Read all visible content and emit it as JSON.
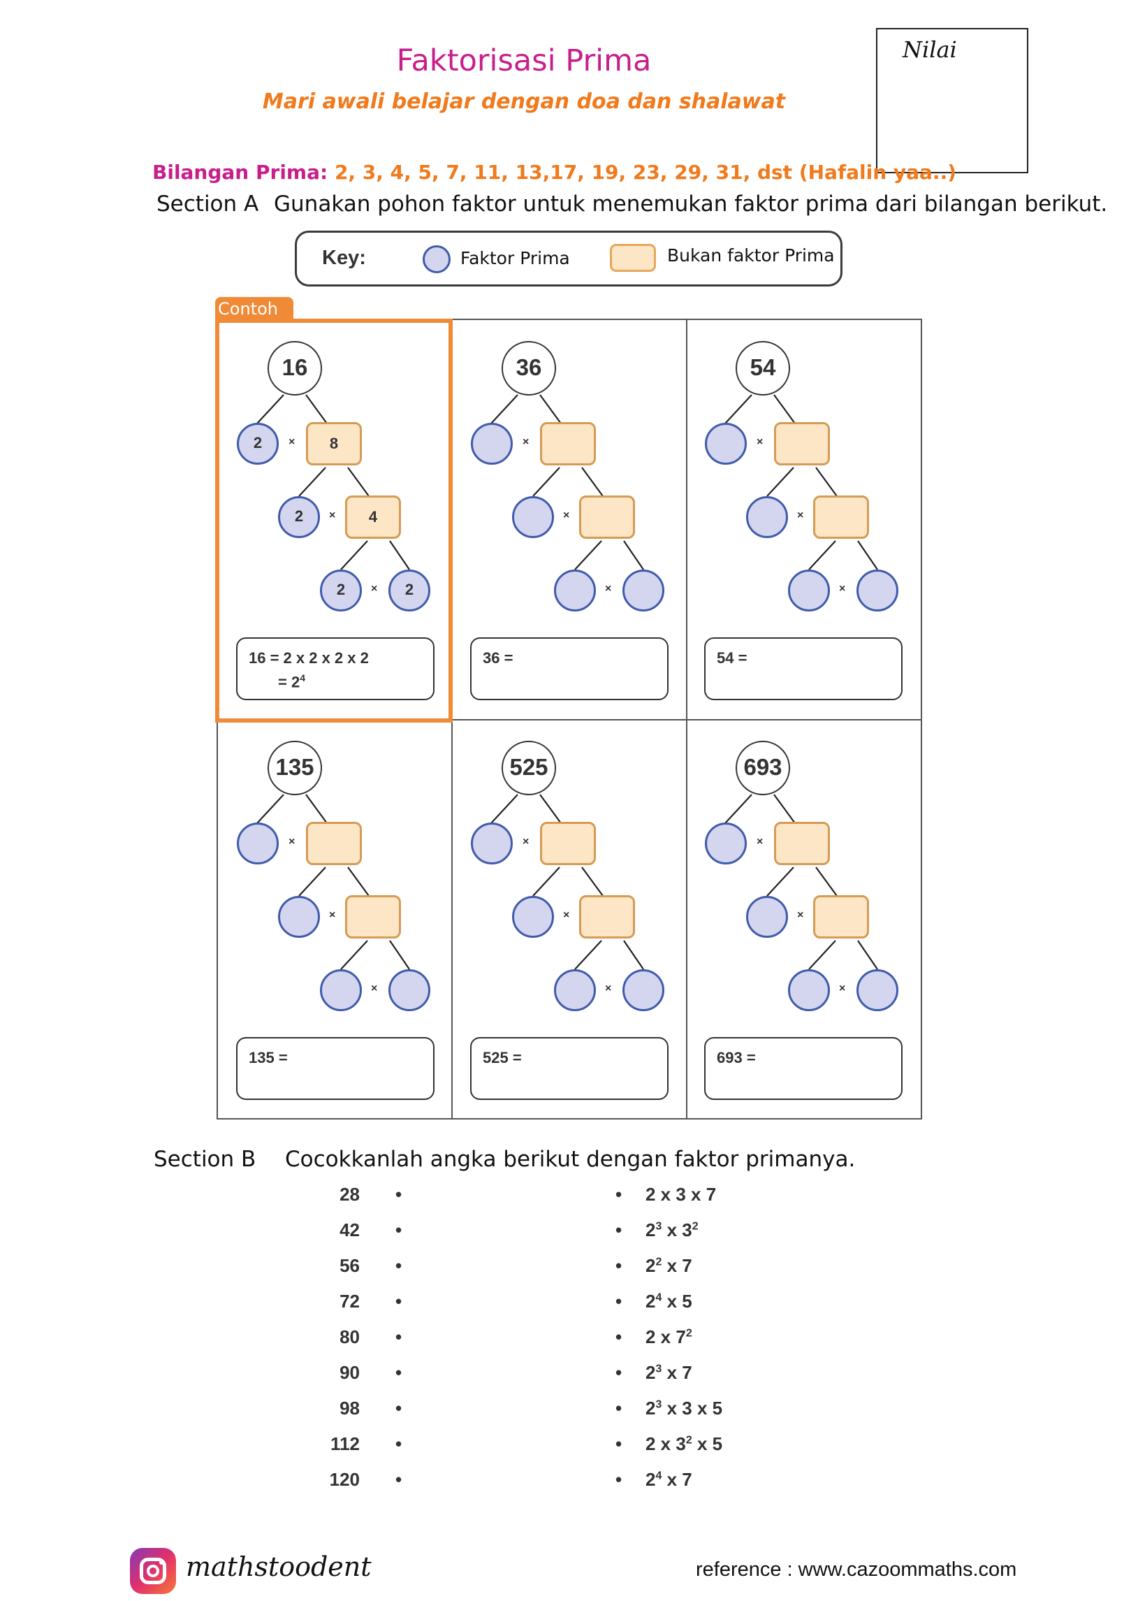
{
  "header": {
    "title": "Faktorisasi Prima",
    "subtitle": "Mari awali belajar dengan doa dan shalawat",
    "nilai_label": "Nilai"
  },
  "primes": {
    "label": "Bilangan Prima:",
    "list": "2, 3, 4, 5, 7, 11, 13,17, 19, 23, 29, 31, dst (Hafalin yaa..)"
  },
  "section_a": {
    "label": "Section A",
    "instruction": "Gunakan pohon faktor untuk menemukan faktor prima dari bilangan berikut."
  },
  "key": {
    "label": "Key:",
    "prime_label": "Faktor Prima",
    "nonprime_label": "Bukan faktor Prima",
    "prime_color": "#d3d6ee",
    "nonprime_color": "#fde6c6"
  },
  "example_tab": "Contoh",
  "times_symbol": "×",
  "trees": [
    {
      "root": "16",
      "p1": "2",
      "n1": "8",
      "p2": "2",
      "n2": "4",
      "p3": "2",
      "p4": "2",
      "ans1": "16  =  2 x 2 x 2 x 2",
      "ans2": "=  2",
      "ans2_sup": "4"
    },
    {
      "root": "36",
      "p1": "",
      "n1": "",
      "p2": "",
      "n2": "",
      "p3": "",
      "p4": "",
      "ans1": "36  =",
      "ans2": "",
      "ans2_sup": ""
    },
    {
      "root": "54",
      "p1": "",
      "n1": "",
      "p2": "",
      "n2": "",
      "p3": "",
      "p4": "",
      "ans1": "54  =",
      "ans2": "",
      "ans2_sup": ""
    },
    {
      "root": "135",
      "p1": "",
      "n1": "",
      "p2": "",
      "n2": "",
      "p3": "",
      "p4": "",
      "ans1": "135  =",
      "ans2": "",
      "ans2_sup": ""
    },
    {
      "root": "525",
      "p1": "",
      "n1": "",
      "p2": "",
      "n2": "",
      "p3": "",
      "p4": "",
      "ans1": "525  =",
      "ans2": "",
      "ans2_sup": ""
    },
    {
      "root": "693",
      "p1": "",
      "n1": "",
      "p2": "",
      "n2": "",
      "p3": "",
      "p4": "",
      "ans1": "693  =",
      "ans2": "",
      "ans2_sup": ""
    }
  ],
  "section_b": {
    "label": "Section B",
    "instruction": "Cocokkanlah angka berikut dengan faktor primanya."
  },
  "bullet": "•",
  "matching": [
    {
      "number": "28",
      "base": "2 x 3 x 7",
      "sup": "",
      "tail": ""
    },
    {
      "number": "42",
      "base": "2",
      "sup": "3",
      "tail": " x 3",
      "tail_sup": "2"
    },
    {
      "number": "56",
      "base": "2",
      "sup": "2",
      "tail": " x 7",
      "tail_sup": ""
    },
    {
      "number": "72",
      "base": "2",
      "sup": "4",
      "tail": " x 5",
      "tail_sup": ""
    },
    {
      "number": "80",
      "base": "2 x 7",
      "sup": "2",
      "tail": "",
      "tail_sup": ""
    },
    {
      "number": "90",
      "base": "2",
      "sup": "3",
      "tail": " x 7",
      "tail_sup": ""
    },
    {
      "number": "98",
      "base": "2",
      "sup": "3",
      "tail": " x 3 x 5",
      "tail_sup": ""
    },
    {
      "number": "112",
      "base": "2 x 3",
      "sup": "2",
      "tail": " x 5",
      "tail_sup": ""
    },
    {
      "number": "120",
      "base": "2",
      "sup": "4",
      "tail": " x 7",
      "tail_sup": ""
    }
  ],
  "footer": {
    "brand": "mathstoodent",
    "reference": "reference : www.cazoommaths.com"
  }
}
